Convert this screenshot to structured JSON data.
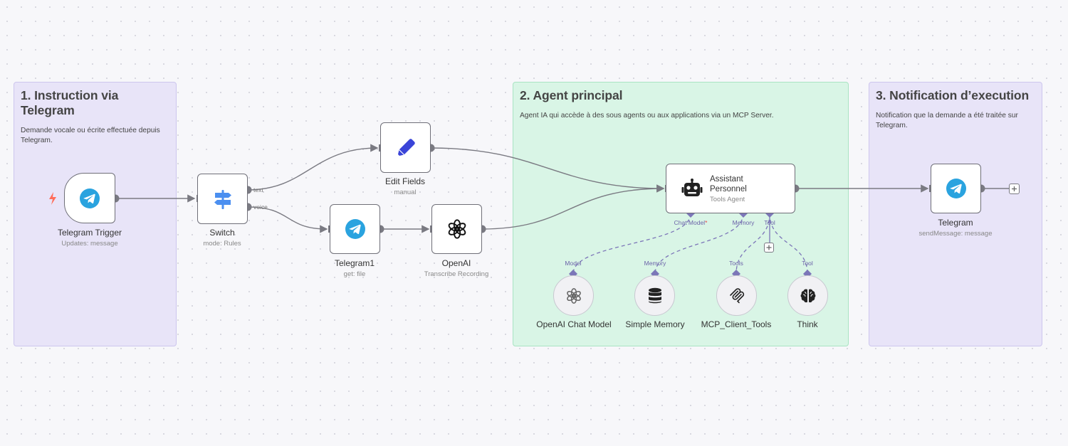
{
  "stickies": [
    {
      "title": "1. Instruction via Telegram",
      "text": "Demande vocale ou écrite effectuée depuis Telegram."
    },
    {
      "title": "2. Agent principal",
      "text": "Agent IA qui accède à des sous agents ou aux applications via un MCP Server."
    },
    {
      "title": "3. Notification d’execution",
      "text": "Notification que la demande a été traitée sur Telegram."
    }
  ],
  "nodes": {
    "telegram_trigger": {
      "title": "Telegram Trigger",
      "subtitle": "Updates: message"
    },
    "switch": {
      "title": "Switch",
      "subtitle": "mode: Rules",
      "outputs": [
        "text",
        "voice"
      ]
    },
    "edit_fields": {
      "title": "Edit Fields",
      "subtitle": "manual"
    },
    "telegram1": {
      "title": "Telegram1",
      "subtitle": "get: file"
    },
    "openai": {
      "title": "OpenAI",
      "subtitle": "Transcribe Recording"
    },
    "assistant": {
      "title": "Assistant Personnel",
      "subtitle": "Tools Agent",
      "inputs": [
        "Chat Model",
        "Memory",
        "Tool"
      ],
      "required_mark": "*"
    },
    "telegram": {
      "title": "Telegram",
      "subtitle": "sendMessage: message"
    },
    "openai_chat_model": {
      "title": "OpenAI Chat Model",
      "handle": "Model"
    },
    "simple_memory": {
      "title": "Simple Memory",
      "handle": "Memory"
    },
    "mcp_client_tools": {
      "title": "MCP_Client_Tools",
      "handle": "Tools"
    },
    "think": {
      "title": "Think",
      "handle": "Tool"
    }
  },
  "icons": {
    "telegram": "telegram-icon",
    "switch": "signpost-icon",
    "edit": "pencil-icon",
    "openai": "openai-icon",
    "robot": "robot-icon",
    "database": "database-icon",
    "mcp": "mcp-icon",
    "brain": "brain-icon",
    "bolt": "lightning-icon",
    "plus": "plus-icon"
  },
  "colors": {
    "telegram": "#2aa3df",
    "switch": "#4b8ff0",
    "edit": "#3a44d8",
    "trigger_bolt": "#ff6d5a",
    "ai_connection": "#7c76b8",
    "wire": "#7a7a82"
  }
}
